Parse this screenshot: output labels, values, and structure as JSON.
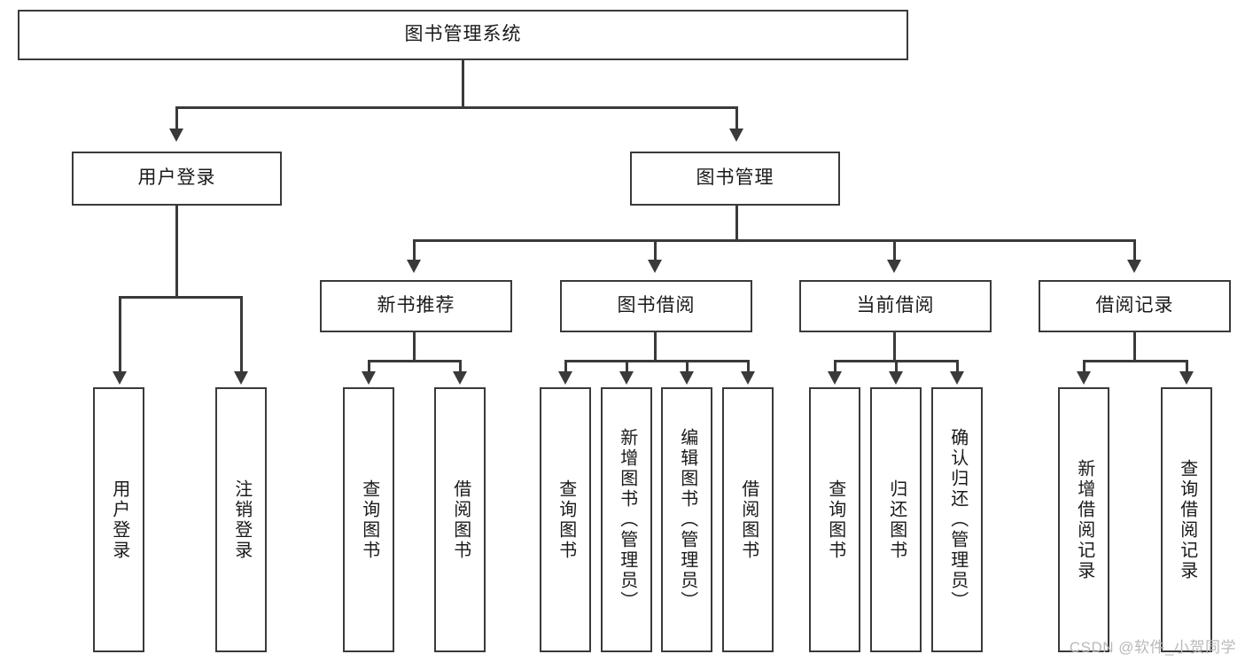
{
  "diagram": {
    "type": "tree-hierarchy-chart",
    "title": "图书管理系统",
    "root": {
      "label": "图书管理系统"
    },
    "level2": [
      {
        "id": "user-login",
        "label": "用户登录"
      },
      {
        "id": "book-management",
        "label": "图书管理"
      }
    ],
    "level3": [
      {
        "id": "new-book-recommend",
        "label": "新书推荐"
      },
      {
        "id": "book-borrow",
        "label": "图书借阅"
      },
      {
        "id": "current-borrow",
        "label": "当前借阅"
      },
      {
        "id": "borrow-record",
        "label": "借阅记录"
      }
    ],
    "leaves": {
      "user_login": [
        {
          "id": "leaf-user-login",
          "label": "用户登录"
        },
        {
          "id": "leaf-logout-login",
          "label": "注销登录"
        }
      ],
      "new_book_recommend": [
        {
          "id": "leaf-query-book-1",
          "label": "查询图书"
        },
        {
          "id": "leaf-borrow-book-1",
          "label": "借阅图书"
        }
      ],
      "book_borrow": [
        {
          "id": "leaf-query-book-2",
          "label": "查询图书"
        },
        {
          "id": "leaf-add-book",
          "label": "新增图书（管理员）"
        },
        {
          "id": "leaf-edit-book",
          "label": "编辑图书（管理员）"
        },
        {
          "id": "leaf-borrow-book-2",
          "label": "借阅图书"
        }
      ],
      "current_borrow": [
        {
          "id": "leaf-query-book-3",
          "label": "查询图书"
        },
        {
          "id": "leaf-return-book",
          "label": "归还图书"
        },
        {
          "id": "leaf-confirm-return",
          "label": "确认归还（管理员）"
        }
      ],
      "borrow_record": [
        {
          "id": "leaf-add-record",
          "label": "新增借阅记录"
        },
        {
          "id": "leaf-query-record",
          "label": "查询借阅记录"
        }
      ]
    }
  },
  "watermark": {
    "text": "CSDN @软件_小贺同学"
  },
  "colors": {
    "stroke": "#3a3a3a",
    "text": "#1a1a1a",
    "background": "#ffffff",
    "watermark": "#b9b9b9"
  }
}
